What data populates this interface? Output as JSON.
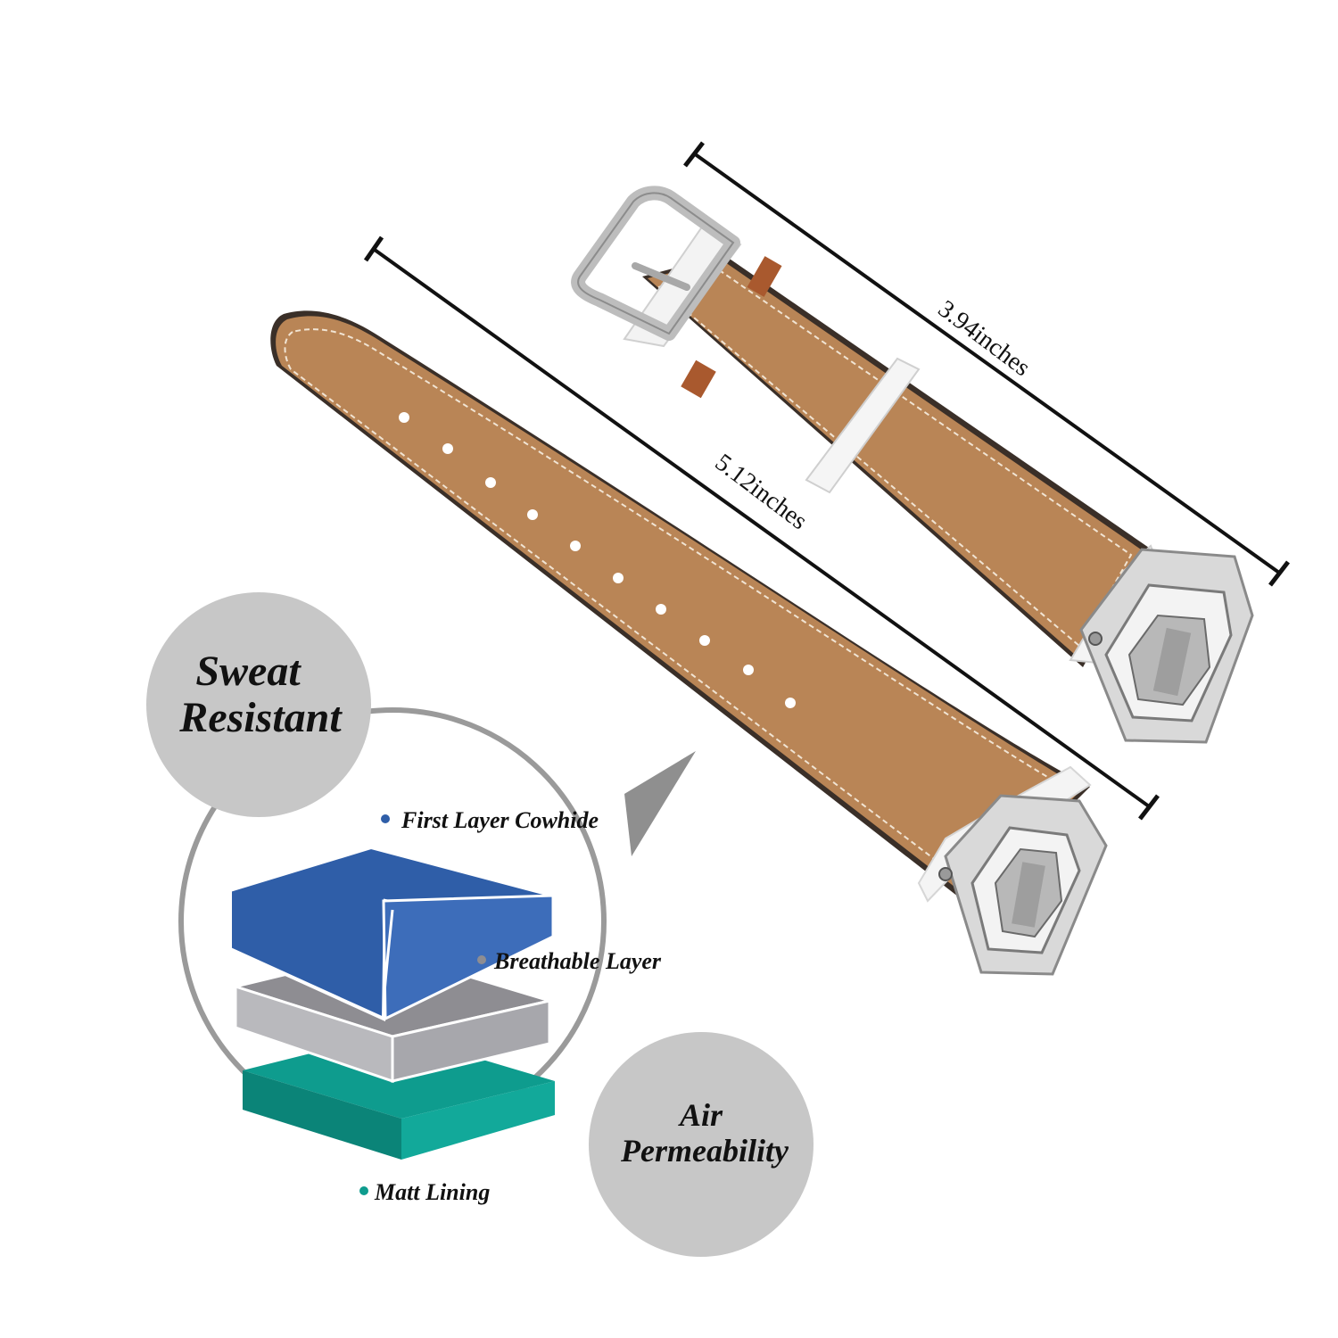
{
  "dimensions": {
    "long_strap": "5.12inches",
    "short_strap": "3.94inches"
  },
  "badges": {
    "sweat_line1": "Sweat",
    "sweat_line2": "Resistant",
    "air_line1": "Air",
    "air_line2": "Permeability"
  },
  "layers": {
    "first": "First Layer Cowhide",
    "breathable": "Breathable Layer",
    "matt": "Matt Lining"
  },
  "colors": {
    "leather": "#b98556",
    "stitch": "#f1e4d3",
    "cowhide_blue": "#2f5ea8",
    "breathable_gray": "#8e8d92",
    "matt_teal": "#0e9c8e",
    "badge_gray": "#c7c7c7",
    "metal": "#c8c8c8"
  }
}
